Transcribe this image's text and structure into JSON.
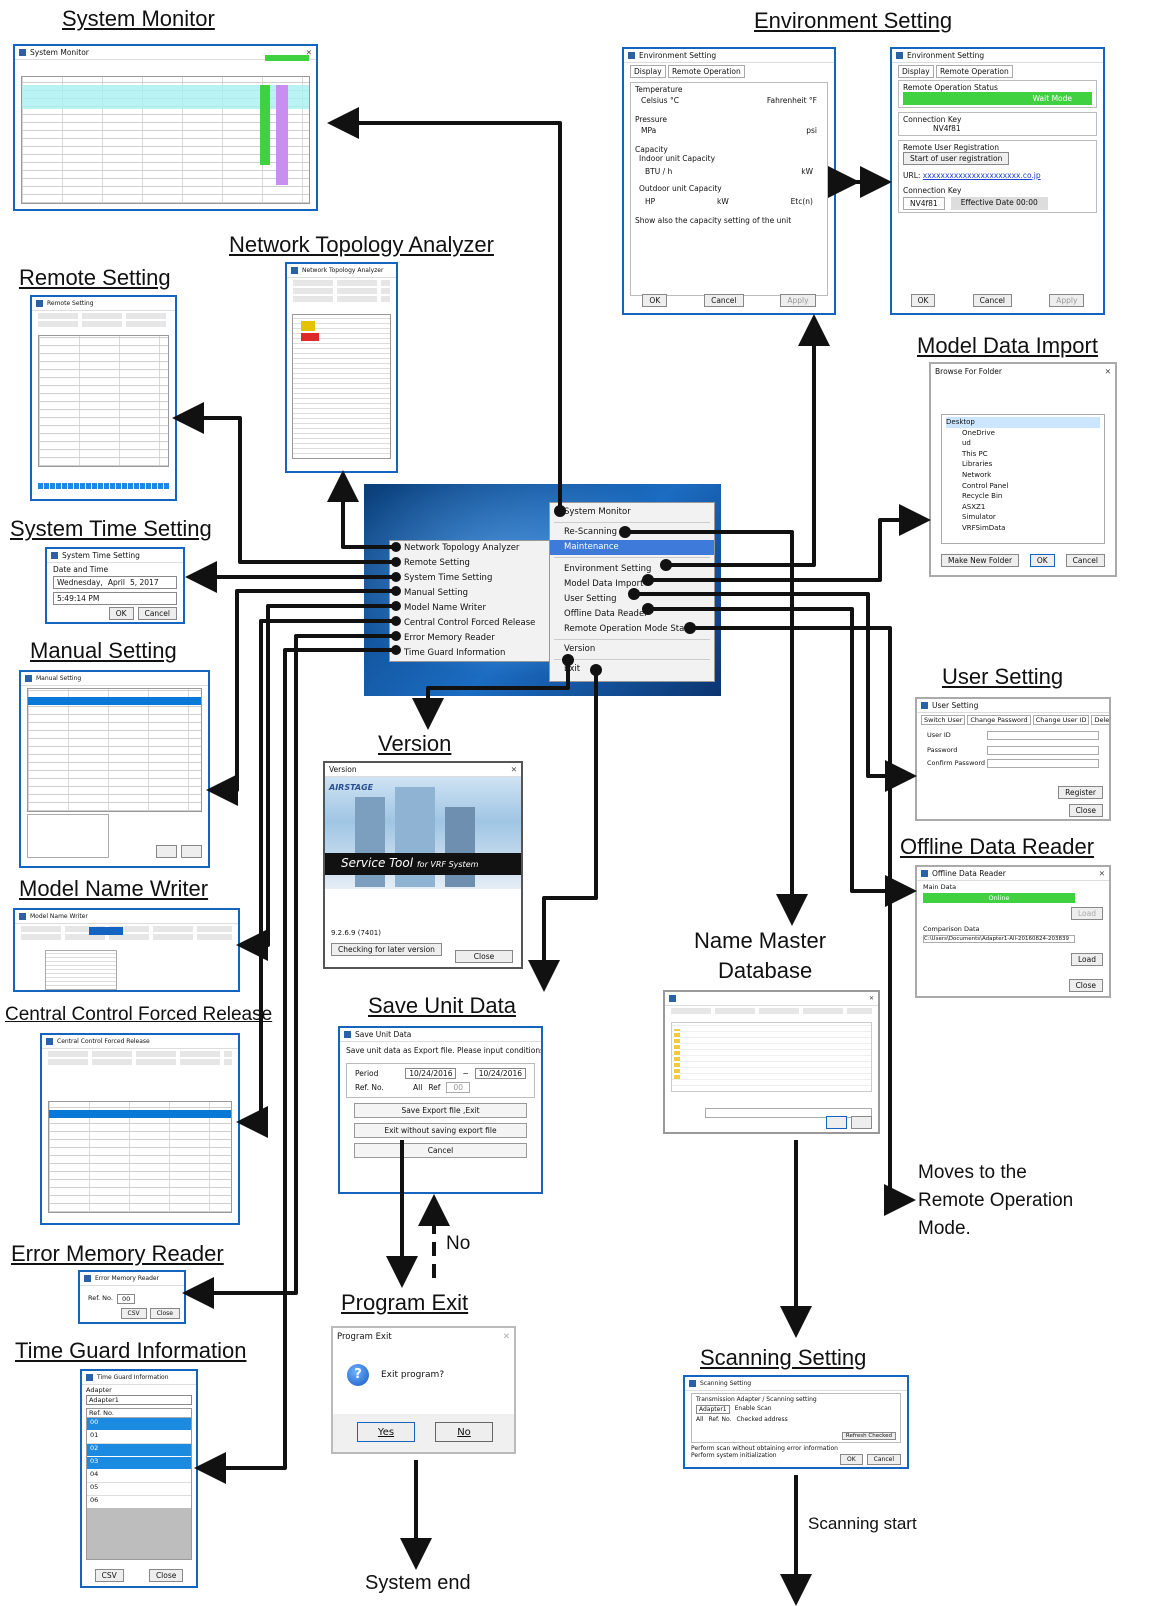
{
  "titles": {
    "system_monitor": "System Monitor",
    "environment_setting": "Environment Setting",
    "network_topology_analyzer": "Network Topology Analyzer",
    "remote_setting": "Remote Setting",
    "model_data_import": "Model Data Import",
    "system_time_setting": "System Time Setting",
    "manual_setting": "Manual Setting",
    "user_setting": "User Setting",
    "version": "Version",
    "offline_data_reader": "Offline Data Reader",
    "model_name_writer": "Model Name Writer",
    "name_master_database_line1": "Name Master",
    "name_master_database_line2": "Database",
    "central_control_forced_release": "Central Control Forced Release",
    "save_unit_data": "Save Unit Data",
    "error_memory_reader": "Error Memory Reader",
    "program_exit": "Program Exit",
    "scanning_setting": "Scanning Setting",
    "time_guard_information": "Time Guard Information"
  },
  "notes": {
    "no": "No",
    "remote_mode_line1": "Moves to the",
    "remote_mode_line2": "Remote Operation",
    "remote_mode_line3": "Mode.",
    "scanning_start": "Scanning start",
    "system_end": "System end"
  },
  "left_menu": [
    "Network Topology Analyzer",
    "Remote Setting",
    "System Time Setting",
    "Manual Setting",
    "Model Name Writer",
    "Central Control Forced Release",
    "Error Memory Reader",
    "Time Guard Information"
  ],
  "right_menu": {
    "system_monitor": "System Monitor",
    "re_scanning": "Re-Scanning",
    "maintenance": "Maintenance",
    "version": "Version",
    "exit": "Exit"
  },
  "maintenance_menu": [
    "Environment Setting",
    "Model Data Import",
    "User Setting",
    "Offline Data Reader",
    "Remote Operation Mode Start"
  ],
  "env_left": {
    "title": "Environment Setting",
    "tabs": [
      "Display",
      "Remote Operation"
    ],
    "temperature": "Temperature",
    "celsius": "Celsius  °C",
    "fahrenheit": "Fahrenheit  °F",
    "pressure": "Pressure",
    "mpa": "MPa",
    "psi": "psi",
    "capacity": "Capacity",
    "indoor_capacity": "Indoor unit Capacity",
    "btu": "BTU / h",
    "kw": "kW",
    "outdoor_capacity": "Outdoor unit Capacity",
    "hp": "HP",
    "kw2": "kW",
    "etc": "Etc(n)",
    "show_also": "Show also the capacity setting of the unit",
    "ok": "OK",
    "cancel": "Cancel",
    "apply": "Apply"
  },
  "env_right": {
    "title": "Environment Setting",
    "tabs": [
      "Display",
      "Remote Operation"
    ],
    "status_label": "Remote Operation Status",
    "status_value": "Wait Mode",
    "conn_key_label": "Connection Key",
    "conn_key_value": "NV4f81",
    "reg_label": "Remote User Registration",
    "reg_button": "Start of user registration",
    "url_label": "URL:",
    "url_value": "xxxxxxxxxxxxxxxxxxxxxx.co.jp",
    "conn_key2_label": "Connection Key",
    "conn_key2_value": "NV4f81",
    "effective": "Effective Date 00:00",
    "ok": "OK",
    "cancel": "Cancel",
    "apply": "Apply"
  },
  "model_data_import": {
    "title": "Browse For Folder",
    "tree": [
      "Desktop",
      "OneDrive",
      "ud",
      "This PC",
      "Libraries",
      "Network",
      "Control Panel",
      "Recycle Bin",
      "ASXZ1",
      "Simulator",
      "VRFSimData"
    ],
    "new_folder": "Make New Folder",
    "ok": "OK",
    "cancel": "Cancel"
  },
  "system_time": {
    "title": "System Time Setting",
    "group": "Date and Time",
    "date_day": "Wednesday,",
    "date_month": "April",
    "date_rest": "5, 2017",
    "time": "5:49:14 PM",
    "ok": "OK",
    "cancel": "Cancel"
  },
  "version_win": {
    "title": "Version",
    "brand": "AIRSTAGE",
    "banner_main": "Service Tool",
    "banner_sub": "for VRF System",
    "version_no": "9.2.6.9 (7401)",
    "check_button": "Checking for later version",
    "close": "Close"
  },
  "save_unit": {
    "title": "Save Unit Data",
    "prompt": "Save unit data as Export file. Please input conditions.",
    "period": "Period",
    "from": "10/24/2016",
    "to": "10/24/2016",
    "refno": "Ref. No.",
    "all": "All",
    "ref": "Ref",
    "ref_val": "00",
    "save_exit": "Save Export file ,Exit",
    "exit_nosave": "Exit without saving export file",
    "cancel": "Cancel"
  },
  "program_exit": {
    "title": "Program Exit",
    "message": "Exit program?",
    "yes": "Yes",
    "no": "No"
  },
  "user_setting": {
    "title": "User Setting",
    "tabs": [
      "Switch User",
      "Change Password",
      "Change User ID",
      "Delete User"
    ],
    "user_id": "User ID",
    "password": "Password",
    "confirm": "Confirm Password",
    "register": "Register",
    "close": "Close"
  },
  "offline_reader": {
    "title": "Offline Data Reader",
    "main_data": "Main Data",
    "online": "Online",
    "load1": "Load",
    "comparison": "Comparison Data",
    "path": "C:\\Users\\Documents\\Adapter1-All-20160824-203839",
    "load2": "Load",
    "close": "Close"
  },
  "scanning": {
    "title": "Scanning Setting",
    "group": "Transmission Adapter / Scanning setting",
    "adapter": "Adapter1",
    "enable": "Enable Scan",
    "all": "All",
    "refno": "Ref. No.",
    "checked": "Checked address",
    "refresh": "Refresh Checked",
    "chk1": "Perform scan without obtaining error information",
    "chk2": "Perform system initialization",
    "ok": "OK",
    "cancel": "Cancel"
  },
  "time_guard": {
    "title": "Time Guard Information",
    "adapter_label": "Adapter",
    "adapter_value": "Adapter1",
    "col": "Ref. No.",
    "rows": [
      "00",
      "01",
      "02",
      "03",
      "04",
      "05",
      "06"
    ],
    "csv": "CSV",
    "close": "Close"
  },
  "error_memory": {
    "title": "Error Memory Reader",
    "refno": "Ref. No.",
    "refval": "00",
    "csv": "CSV",
    "close": "Close"
  },
  "program_exit_dlg_icon": "question-icon",
  "colors": {
    "accent_blue": "#1565c0",
    "green": "#3fd13f",
    "selection_blue": "#0a78d7",
    "arrow": "#111111"
  }
}
